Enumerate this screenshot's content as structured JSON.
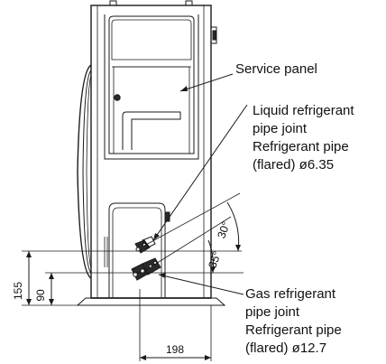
{
  "labels": {
    "service_panel": "Service  panel",
    "liquid_joint": "Liquid refrigerant",
    "liquid_joint_2": "pipe joint",
    "liquid_pipe": "Refrigerant pipe",
    "liquid_pipe_size": "(flared) ø6.35",
    "gas_joint": "Gas refrigerant",
    "gas_joint_2": "pipe joint",
    "gas_pipe": "Refrigerant pipe",
    "gas_pipe_size": "(flared) ø12.7"
  },
  "dimensions": {
    "height_liquid": "155",
    "height_gas": "90",
    "width": "198",
    "angle_upper": "30°",
    "angle_lower": "35°"
  }
}
